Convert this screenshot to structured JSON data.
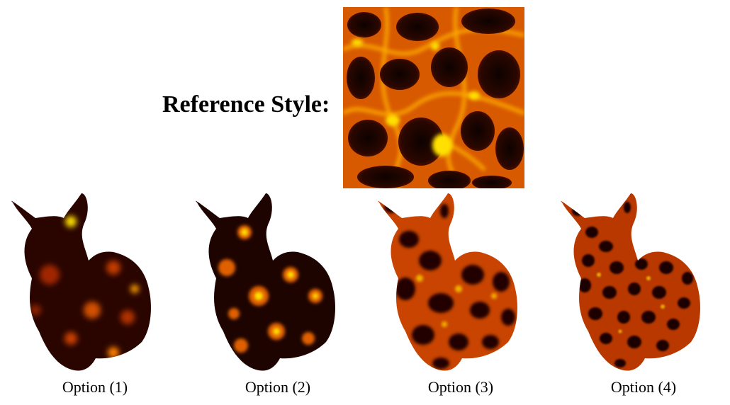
{
  "reference": {
    "label": "Reference Style:"
  },
  "options": [
    {
      "label": "Option (1)"
    },
    {
      "label": "Option (2)"
    },
    {
      "label": "Option (3)"
    },
    {
      "label": "Option (4)"
    }
  ],
  "colors": {
    "dark": "#1a0400",
    "mid": "#c23a00",
    "glow": "#ff8c00",
    "hot": "#ffe000"
  }
}
